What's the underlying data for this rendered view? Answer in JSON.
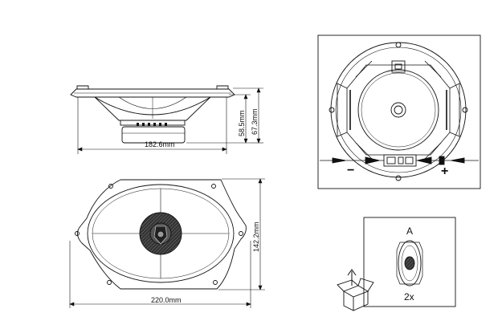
{
  "side_view": {
    "width_label": "182.6mm",
    "depth_label": "58.5mm",
    "height_label": "67.3mm"
  },
  "front_view": {
    "width_label": "220.0mm",
    "height_label": "142.2mm"
  },
  "wiring_view": {
    "minus_label": "−",
    "plus_label": "+"
  },
  "package_view": {
    "letter_label": "A",
    "quantity_label": "2x"
  },
  "colors": {
    "line": "#111111",
    "background": "#ffffff",
    "dark_cone": "#1a1a1a"
  }
}
